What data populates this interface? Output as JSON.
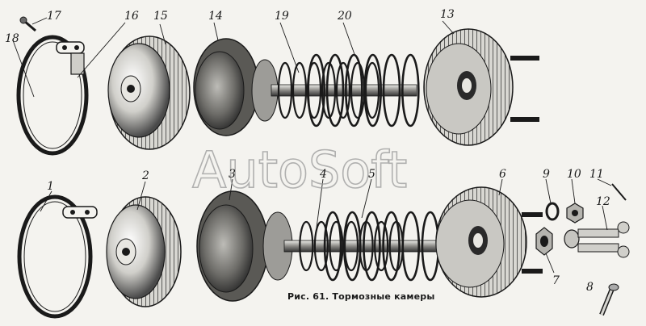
{
  "labels": {
    "n1": "1",
    "n2": "2",
    "n3": "3",
    "n4": "4",
    "n5": "5",
    "n6": "6",
    "n7": "7",
    "n8": "8",
    "n9": "9",
    "n10": "10",
    "n11": "11",
    "n12": "12",
    "n13": "13",
    "n14": "14",
    "n15": "15",
    "n16": "16",
    "n17": "17",
    "n18": "18",
    "n19": "19",
    "n20": "20"
  },
  "caption": "Рис. 61. Тормозные камеры",
  "watermark": "AutoSoft",
  "colors": {
    "ink": "#1a1a1a",
    "paper": "#f4f3ef",
    "watermark": "#9a9a9a"
  }
}
